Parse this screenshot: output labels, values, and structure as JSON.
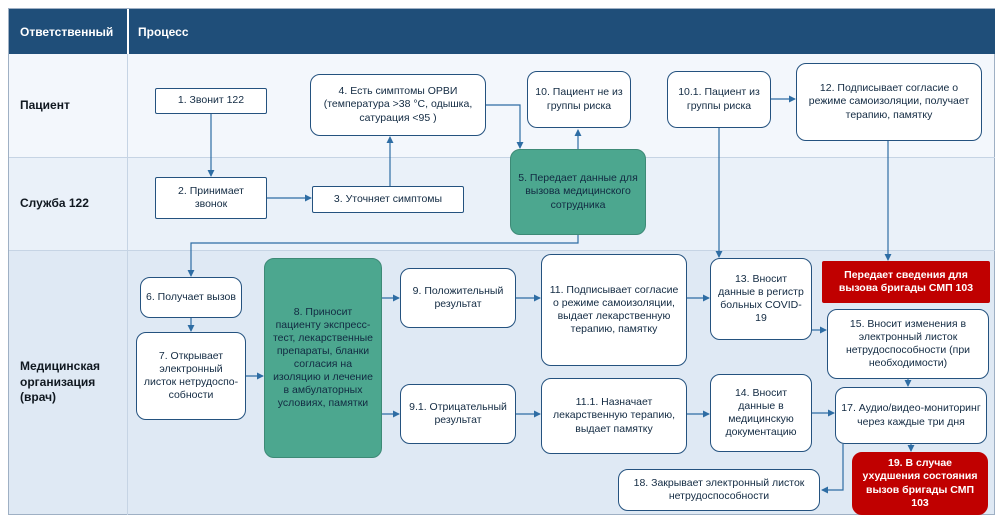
{
  "header": {
    "col_responsible": "Ответственный",
    "col_process": "Процесс"
  },
  "lanes": [
    {
      "label": "Пациент"
    },
    {
      "label": "Служба 122"
    },
    {
      "label": "Медицинская организация (врач)"
    }
  ],
  "nodes": {
    "n1": {
      "text": "1. Звонит 122"
    },
    "n2": {
      "text": "2. Принимает звонок"
    },
    "n3": {
      "text": "3. Уточняет симптомы"
    },
    "n4": {
      "text": "4. Есть симптомы ОРВИ (температура >38 °C, одышка, сатурация <95 )"
    },
    "n5": {
      "text": "5. Передает данные для вызова медицинского сотрудника"
    },
    "n6": {
      "text": "6. Получает вызов"
    },
    "n7": {
      "text": "7. Открывает электронный листок нетрудоспо-собности"
    },
    "n8": {
      "text": "8. Приносит пациенту экспресс-тест, лекарственные препараты, бланки согласия на изоляцию и лечение в амбулаторных условиях, памятки"
    },
    "n9": {
      "text": "9. Положительный результат"
    },
    "n9_1": {
      "text": "9.1. Отрицательный результат"
    },
    "n10": {
      "text": "10. Пациент не из группы риска"
    },
    "n10_1": {
      "text": "10.1. Пациент из группы риска"
    },
    "n11": {
      "text": "11. Подписывает согласие о режиме самоизоляции, выдает лекарственную терапию, памятку"
    },
    "n11_1": {
      "text": "11.1. Назначает лекарственную терапию, выдает памятку"
    },
    "n12": {
      "text": "12. Подписывает согласие о режиме самоизоляции, получает терапию, памятку"
    },
    "n13": {
      "text": "13. Вносит данные в регистр больных COVID-19"
    },
    "n14": {
      "text": "14. Вносит данные в медицинскую документацию"
    },
    "n15": {
      "text": "15. Вносит изменения в электронный листок нетрудоспособности (при необходимости)"
    },
    "n17": {
      "text": "17. Аудио/видео-мониторинг через каждые три дня"
    },
    "n18": {
      "text": "18. Закрывает электронный листок нетрудоспособности"
    },
    "n19": {
      "text": "19. В случае ухудшения состояния вызов бригады СМП 103"
    },
    "red1": {
      "text": "Передает сведения для вызова бригады СМП 103"
    }
  },
  "colors": {
    "header_bg": "#1F4E79",
    "header_text": "#FFFFFF",
    "lane1_bg": "#F3F7FC",
    "lane2_bg": "#EAF1F9",
    "lane3_bg": "#DFE9F4",
    "box_border": "#24527F",
    "box_bg": "#FFFFFF",
    "teal_bg": "#4CA78F",
    "teal_border": "#3D8A76",
    "red_bg": "#C00000",
    "arrow": "#2E6DA4",
    "text": "#122A42",
    "grid_line": "#C6D4E4",
    "frame_border": "#9FB0C4"
  }
}
